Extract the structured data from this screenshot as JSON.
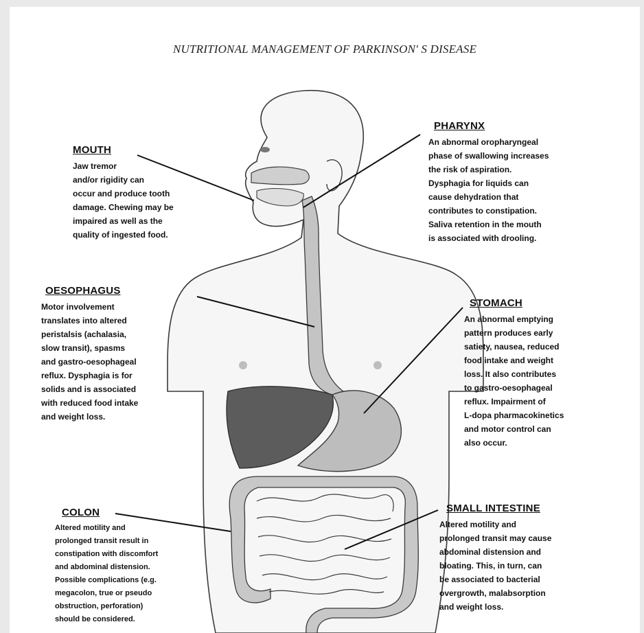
{
  "title": "NUTRITIONAL MANAGEMENT OF PARKINSON' S DISEASE",
  "colors": {
    "outline": "#3a3a3a",
    "organ": "#b8b8b8",
    "liver": "#5c5c5c",
    "body_fill": "#f6f6f6",
    "nipple": "#bdbdbd"
  },
  "callouts": {
    "mouth": {
      "heading": "MOUTH",
      "body": "Jaw tremor\nand/or rigidity can\noccur and produce tooth\ndamage. Chewing may be\nimpaired as well as the\nquality of ingested food."
    },
    "pharynx": {
      "heading": "PHARYNX",
      "body": "An abnormal oropharyngeal\nphase of swallowing increases\nthe risk of aspiration.\nDysphagia for liquids can\ncause dehydration that\ncontributes to constipation.\nSaliva retention in the mouth\nis associated with drooling."
    },
    "oesophagus": {
      "heading": "OESOPHAGUS",
      "body": "Motor involvement\ntranslates into altered\nperistalsis (achalasia,\nslow transit), spasms\nand gastro-oesophageal\nreflux. Dysphagia is for\nsolids and is associated\nwith reduced food intake\nand weight loss."
    },
    "stomach": {
      "heading": "STOMACH",
      "body": "An abnormal emptying\npattern produces early\nsatiety, nausea, reduced\nfood intake and weight\nloss. It also contributes\nto gastro-oesophageal\nreflux. Impairment of\nL-dopa pharmacokinetics\nand motor control can\nalso occur."
    },
    "colon": {
      "heading": "COLON",
      "body": "Altered motility and\nprolonged transit result in\nconstipation with discomfort\nand abdominal distension.\nPossible complications (e.g.\nmegacolon, true or pseudo\nobstruction, perforation)\nshould be considered."
    },
    "small_intestine": {
      "heading": "SMALL INTESTINE",
      "body": "Altered motility and\nprolonged transit may cause\nabdominal distension and\nbloating. This, in turn, can\nbe associated to bacterial\novergrowth, malabsorption\nand weight loss."
    }
  }
}
